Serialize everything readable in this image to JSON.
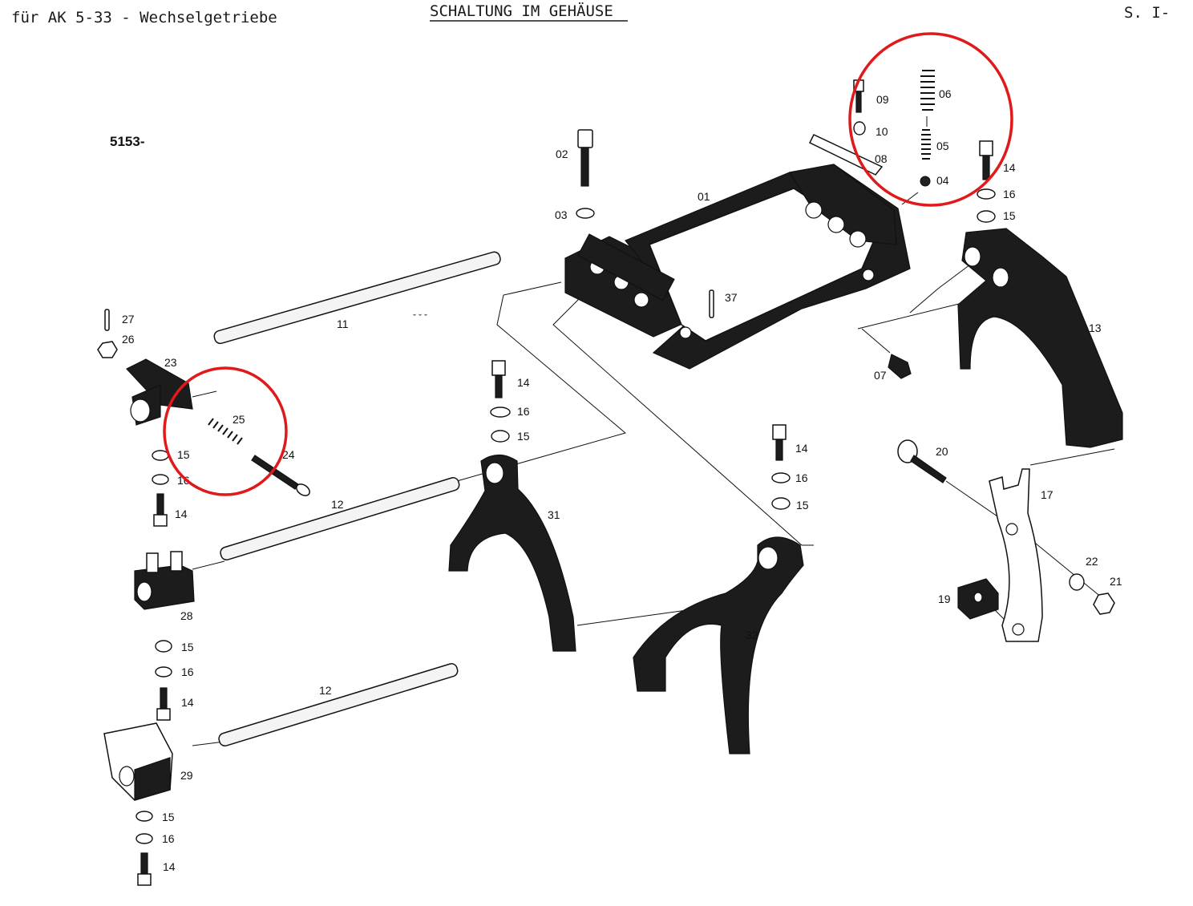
{
  "header": {
    "left": "für AK 5-33 - Wechselgetriebe",
    "title": "SCHALTUNG IM GEHÄUSE",
    "page": "S. I-"
  },
  "group_number": "5153-",
  "callouts": {
    "p01": "01",
    "p02": "02",
    "p03": "03",
    "p04": "04",
    "p05": "05",
    "p06": "06",
    "p07": "07",
    "p08": "08",
    "p09": "09",
    "p10": "10",
    "p11": "11",
    "p12a": "12",
    "p12b": "12",
    "p13": "13",
    "p14a": "14",
    "p14b": "14",
    "p14c": "14",
    "p14d": "14",
    "p14e": "14",
    "p14f": "14",
    "p15a": "15",
    "p15b": "15",
    "p15c": "15",
    "p15d": "15",
    "p15e": "15",
    "p15f": "15",
    "p16a": "16",
    "p16b": "16",
    "p16c": "16",
    "p16d": "16",
    "p16e": "16",
    "p16f": "16",
    "p17": "17",
    "p19": "19",
    "p20": "20",
    "p21": "21",
    "p22": "22",
    "p23": "23",
    "p24": "24",
    "p25": "25",
    "p26": "26",
    "p27": "27",
    "p28": "28",
    "p29": "29",
    "p31": "31",
    "p32": "32",
    "p37": "37"
  },
  "highlight_color": "#e0191b"
}
